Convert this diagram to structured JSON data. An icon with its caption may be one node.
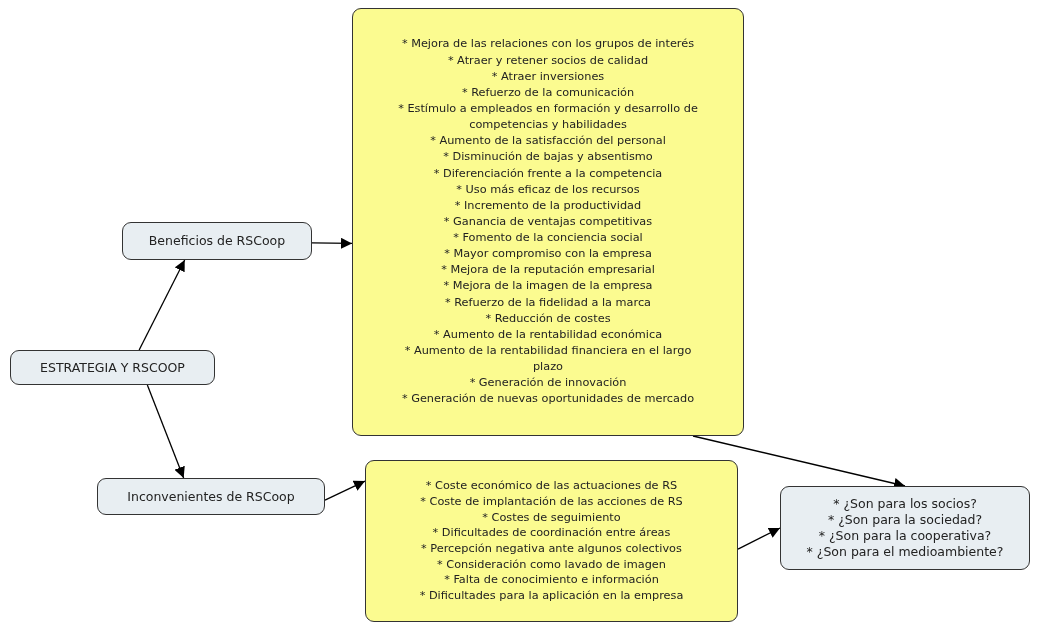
{
  "diagram": {
    "nodes": [
      {
        "text": [
          "ESTRATEGIA Y RSCOOP"
        ]
      },
      {
        "text": [
          "Beneficios de RSCoop"
        ]
      },
      {
        "text": [
          "* Mejora de las relaciones con los grupos de interés",
          "* Atraer y retener socios de calidad",
          "* Atraer inversiones",
          "* Refuerzo de la comunicación",
          "* Estímulo a empleados en formación y desarrollo de competencias y habilidades",
          "* Aumento de la satisfacción del personal",
          "* Disminución de bajas y absentismo",
          "* Diferenciación frente a la competencia",
          "* Uso más eficaz de los recursos",
          "* Incremento de la productividad",
          "* Ganancia de ventajas competitivas",
          "* Fomento de la conciencia social",
          "* Mayor compromiso con la empresa",
          "* Mejora de la reputación empresarial",
          "* Mejora de la imagen de la empresa",
          "* Refuerzo de la fidelidad a la marca",
          "* Reducción de costes",
          "* Aumento de la rentabilidad económica",
          "* Aumento de la rentabilidad financiera en el largo plazo",
          "* Generación de innovación",
          "* Generación de nuevas oportunidades de mercado"
        ]
      },
      {
        "text": [
          "Inconvenientes de RSCoop"
        ]
      },
      {
        "text": [
          "* Coste económico de las actuaciones de RS",
          "* Coste de implantación de las acciones de RS",
          "* Costes de seguimiento",
          "* Dificultades de coordinación entre áreas",
          "* Percepción negativa ante algunos colectivos",
          "* Consideración como lavado de imagen",
          "* Falta de conocimiento e información",
          "* Dificultades para la aplicación en la empresa"
        ]
      },
      {
        "text": [
          "* ¿Son para los socios?",
          "* ¿Son para la sociedad?",
          "* ¿Son para la cooperativa?",
          "* ¿Son para el medioambiente?"
        ]
      }
    ],
    "edges": [
      {
        "from": 0,
        "to": 1,
        "arrow": "to"
      },
      {
        "from": 0,
        "to": 3,
        "arrow": "to"
      },
      {
        "from": 1,
        "to": 2,
        "arrow": "to"
      },
      {
        "from": 3,
        "to": 4,
        "arrow": "to"
      },
      {
        "from": 2,
        "to": 5,
        "arrow": "to"
      },
      {
        "from": 4,
        "to": 5,
        "arrow": "to"
      }
    ]
  }
}
